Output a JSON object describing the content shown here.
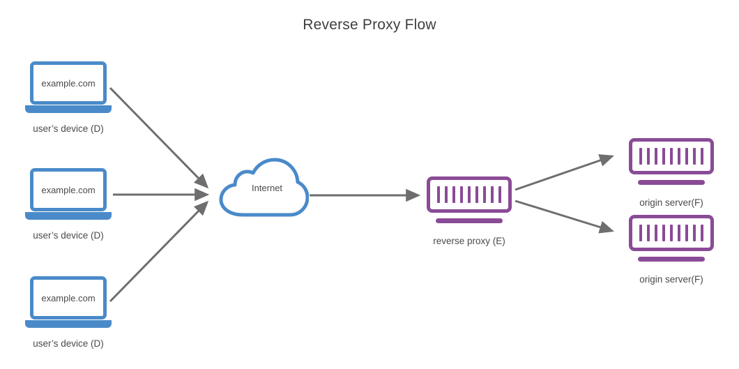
{
  "diagram": {
    "title": "Reverse Proxy Flow",
    "colors": {
      "client_blue": "#4a8ac9",
      "server_purple": "#8a4b96",
      "arrow_gray": "#6e6e6e",
      "text_gray": "#4a4a4a",
      "background": "#ffffff"
    },
    "clients": [
      {
        "screen_text": "example.com",
        "label": "user’s device (D)"
      },
      {
        "screen_text": "example.com",
        "label": "user’s device (D)"
      },
      {
        "screen_text": "example.com",
        "label": "user’s device (D)"
      }
    ],
    "cloud": {
      "label": "Internet"
    },
    "proxy": {
      "label": "reverse proxy (E)",
      "bar_count": 9
    },
    "origins": [
      {
        "label": "origin server(F)",
        "bar_count": 9
      },
      {
        "label": "origin server(F)",
        "bar_count": 9
      }
    ],
    "connections": [
      {
        "from": "user's device 1",
        "to": "Internet",
        "style": "arrow"
      },
      {
        "from": "user's device 2",
        "to": "Internet",
        "style": "arrow"
      },
      {
        "from": "user's device 3",
        "to": "Internet",
        "style": "arrow"
      },
      {
        "from": "Internet",
        "to": "reverse proxy (E)",
        "style": "arrow"
      },
      {
        "from": "reverse proxy (E)",
        "to": "origin server(F) top",
        "style": "arrow"
      },
      {
        "from": "reverse proxy (E)",
        "to": "origin server(F) bottom",
        "style": "arrow"
      }
    ]
  }
}
